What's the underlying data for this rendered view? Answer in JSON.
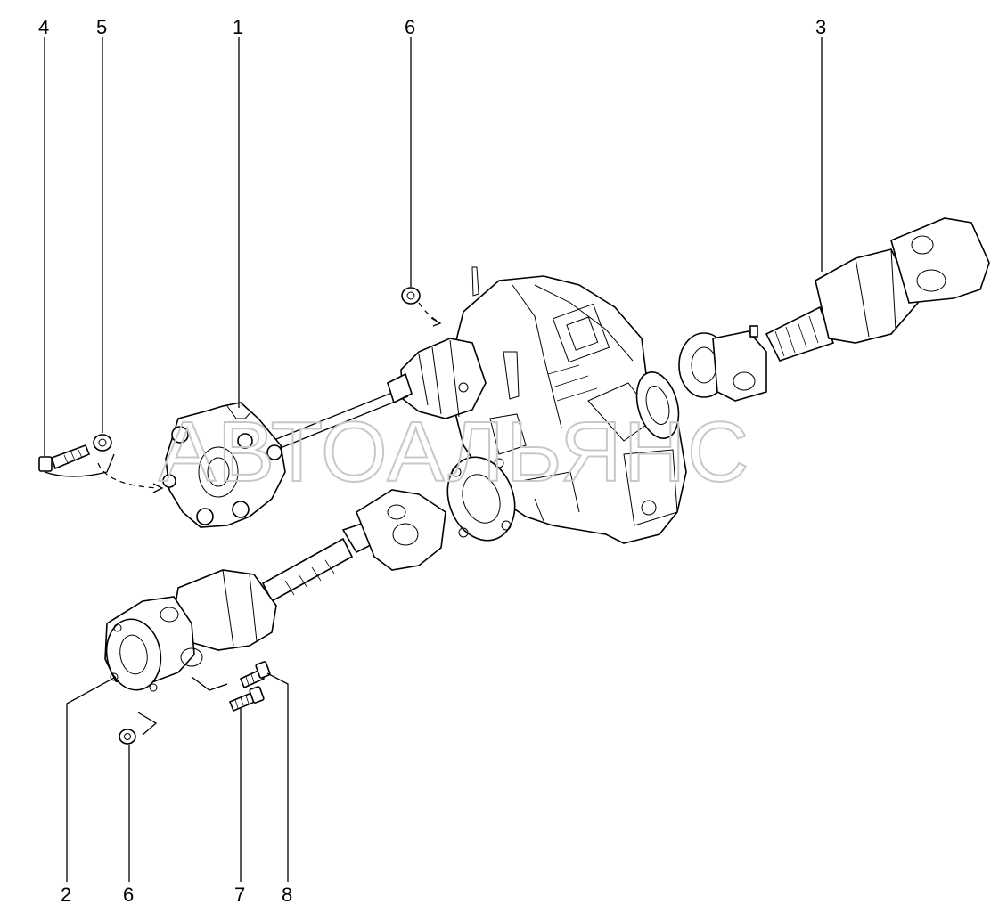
{
  "diagram": {
    "callouts": {
      "c1": "1",
      "c2": "2",
      "c3": "3",
      "c4": "4",
      "c5": "5",
      "c6_top": "6",
      "c6_bottom": "6",
      "c7": "7",
      "c8": "8"
    },
    "watermark": "АВТОАЛЬЯНС",
    "colors": {
      "line": "#000000",
      "background": "#ffffff",
      "watermark": "#c8c8c8"
    }
  }
}
